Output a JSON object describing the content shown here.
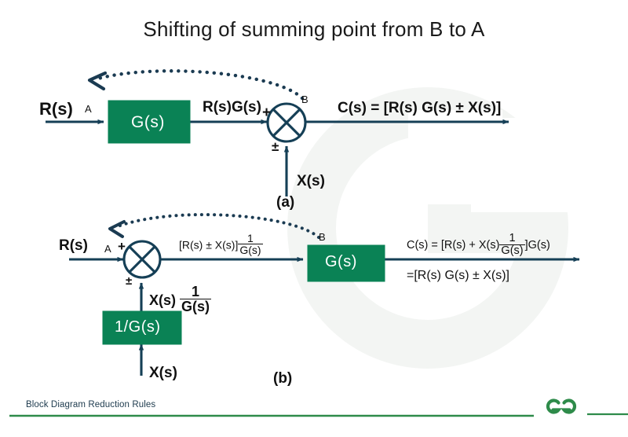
{
  "page": {
    "title": "Shifting of summing point from B to A",
    "background": "#ffffff",
    "watermark_letter": "G",
    "watermark_color": "#f4f6f4"
  },
  "colors": {
    "block_green": "#0a8255",
    "line_navy": "#153f56",
    "text_black": "#111111",
    "footer_green": "#2e8b4a",
    "footer_text": "#1d3a4d"
  },
  "diagram_a": {
    "caption": "(a)",
    "input_label": "R(s)",
    "node_a_label": "A",
    "node_b_label": "B",
    "block_label": "G(s)",
    "mid_signal": "R(s)G(s)",
    "sum_sign_top": "+",
    "sum_sign_bottom": "±",
    "disturbance_label": "X(s)",
    "output_label": "C(s) = [R(s) G(s) ± X(s)]",
    "arc_note": "dashed arrow from B to A"
  },
  "diagram_b": {
    "caption": "(b)",
    "input_label": "R(s)",
    "node_a_label": "A",
    "node_b_label": "B",
    "sum_sign_top": "+",
    "sum_sign_bottom": "±",
    "block_label": "G(s)",
    "feedback_block_label": "1/G(s)",
    "disturbance_label": "X(s)",
    "mid_signal": {
      "prefix": "[R(s) ± X(s)]",
      "fraction_num": "1",
      "fraction_den": "G(s)"
    },
    "feedback_signal": {
      "prefix": "X(s)",
      "fraction_num": "1",
      "fraction_den": "G(s)"
    },
    "output_line1": {
      "prefix": "C(s) = [R(s) + X(s)",
      "fraction_num": "1",
      "fraction_den": "G(s)",
      "suffix": "]G(s)"
    },
    "output_line2": "=[R(s) G(s) ± X(s)]",
    "arc_note": "dashed arrow from B to A"
  },
  "footer": {
    "label": "Block Diagram Reduction Rules",
    "logo_name": "geeksforgeeks-logo"
  }
}
